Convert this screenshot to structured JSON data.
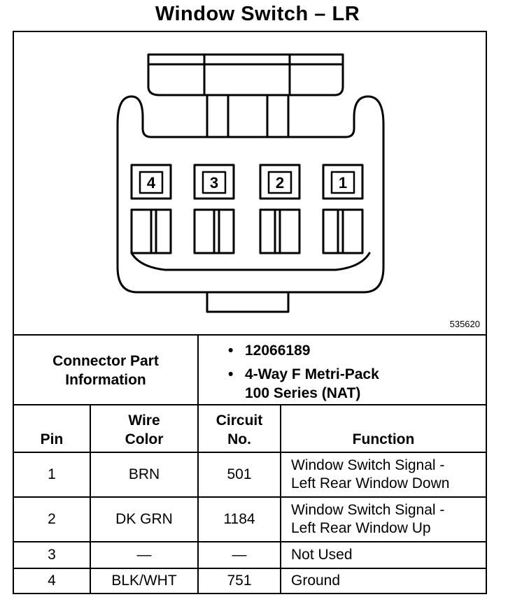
{
  "title": "Window Switch – LR",
  "diagram": {
    "part_id": "535620",
    "terminals": [
      "4",
      "3",
      "2",
      "1"
    ]
  },
  "connector": {
    "label_line1": "Connector Part",
    "label_line2": "Information",
    "bullet": "•",
    "info": [
      "12066189",
      "4-Way F Metri-Pack",
      "100 Series (NAT)"
    ]
  },
  "table": {
    "headers": {
      "pin": "Pin",
      "wire_line1": "Wire",
      "wire_line2": "Color",
      "circuit_line1": "Circuit",
      "circuit_line2": "No.",
      "function": "Function"
    },
    "rows": [
      {
        "pin": "1",
        "color": "BRN",
        "circuit": "501",
        "function1": "Window Switch Signal -",
        "function2": "Left Rear Window Down"
      },
      {
        "pin": "2",
        "color": "DK GRN",
        "circuit": "1184",
        "function1": "Window Switch Signal -",
        "function2": "Left Rear Window Up"
      },
      {
        "pin": "3",
        "color": "—",
        "circuit": "—",
        "function1": "Not Used",
        "function2": ""
      },
      {
        "pin": "4",
        "color": "BLK/WHT",
        "circuit": "751",
        "function1": "Ground",
        "function2": ""
      }
    ]
  }
}
